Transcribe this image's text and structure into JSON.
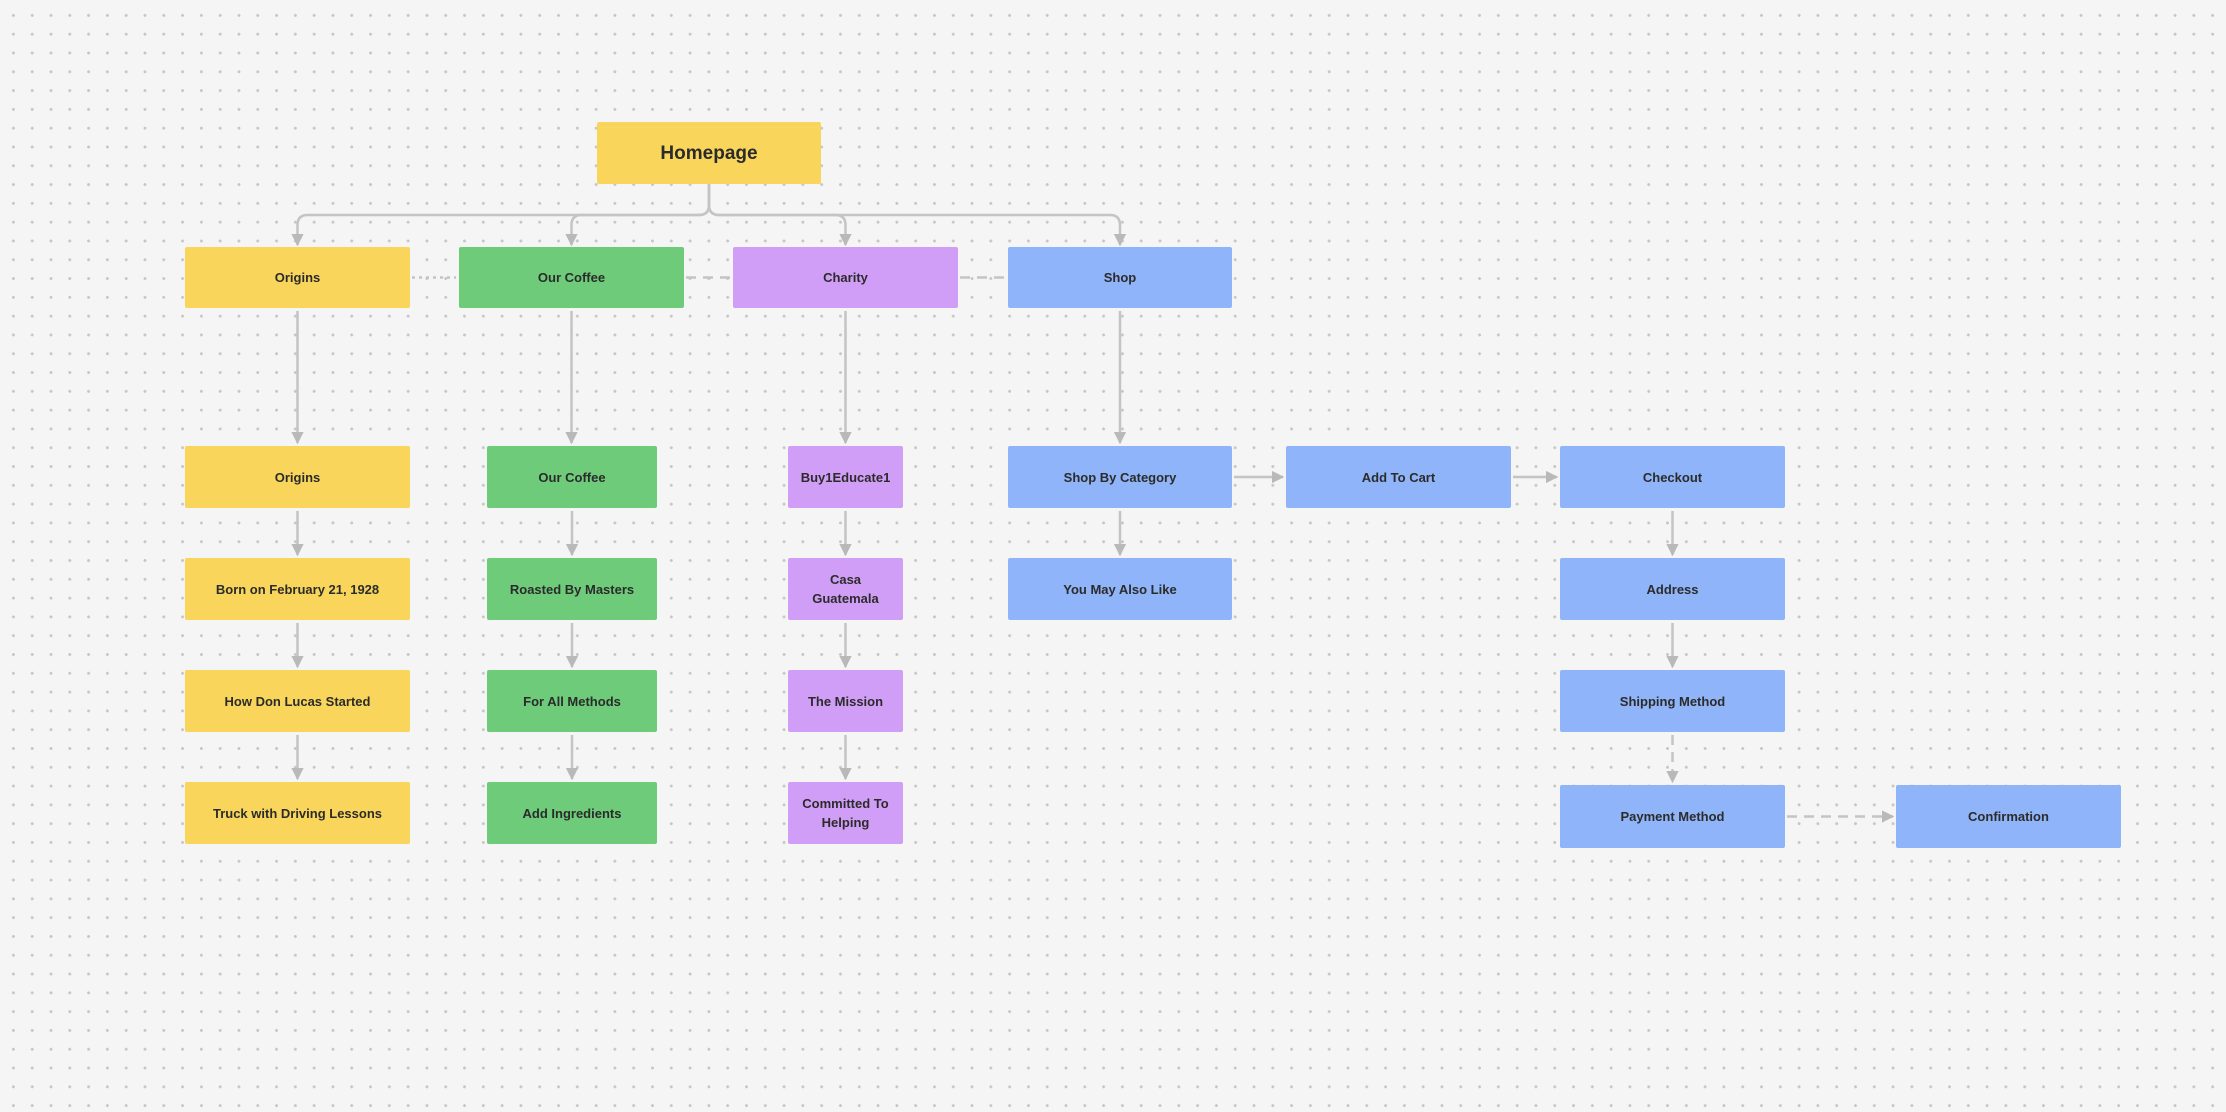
{
  "diagram": {
    "colors": {
      "yellow": "#f9d65b",
      "green": "#6ecb7a",
      "purple": "#d19ef7",
      "blue": "#8fb4f9",
      "connector": "#c4c4c4",
      "background": "#f5f5f5"
    },
    "nodes": {
      "homepage": "Homepage",
      "origins_nav": "Origins",
      "our_coffee_nav": "Our Coffee",
      "charity_nav": "Charity",
      "shop_nav": "Shop",
      "origins": "Origins",
      "born": "Born on February 21, 1928",
      "how_started": "How Don Lucas Started",
      "truck": "Truck with Driving Lessons",
      "our_coffee": "Our Coffee",
      "roasted": "Roasted By Masters",
      "all_methods": "For All Methods",
      "ingredients": "Add Ingredients",
      "buy1": "Buy1Educate1",
      "casa": "Casa Guatemala",
      "mission": "The Mission",
      "committed": "Committed To Helping",
      "shop_category": "Shop By Category",
      "you_may": "You May Also Like",
      "add_cart": "Add To Cart",
      "checkout": "Checkout",
      "address": "Address",
      "shipping": "Shipping Method",
      "payment": "Payment Method",
      "confirmation": "Confirmation"
    },
    "edges": [
      {
        "from": "homepage",
        "to": "origins_nav",
        "style": "solid"
      },
      {
        "from": "homepage",
        "to": "our_coffee_nav",
        "style": "solid"
      },
      {
        "from": "homepage",
        "to": "charity_nav",
        "style": "solid"
      },
      {
        "from": "homepage",
        "to": "shop_nav",
        "style": "solid"
      },
      {
        "from": "origins_nav",
        "to": "our_coffee_nav",
        "style": "dotted"
      },
      {
        "from": "our_coffee_nav",
        "to": "charity_nav",
        "style": "dashed"
      },
      {
        "from": "charity_nav",
        "to": "shop_nav",
        "style": "dashed"
      },
      {
        "from": "origins_nav",
        "to": "origins",
        "style": "solid"
      },
      {
        "from": "origins",
        "to": "born",
        "style": "solid"
      },
      {
        "from": "born",
        "to": "how_started",
        "style": "solid"
      },
      {
        "from": "how_started",
        "to": "truck",
        "style": "solid"
      },
      {
        "from": "our_coffee_nav",
        "to": "our_coffee",
        "style": "solid"
      },
      {
        "from": "our_coffee",
        "to": "roasted",
        "style": "solid"
      },
      {
        "from": "roasted",
        "to": "all_methods",
        "style": "solid"
      },
      {
        "from": "all_methods",
        "to": "ingredients",
        "style": "solid"
      },
      {
        "from": "charity_nav",
        "to": "buy1",
        "style": "solid"
      },
      {
        "from": "buy1",
        "to": "casa",
        "style": "solid"
      },
      {
        "from": "casa",
        "to": "mission",
        "style": "solid"
      },
      {
        "from": "mission",
        "to": "committed",
        "style": "solid"
      },
      {
        "from": "shop_nav",
        "to": "shop_category",
        "style": "solid"
      },
      {
        "from": "shop_category",
        "to": "you_may",
        "style": "solid"
      },
      {
        "from": "shop_category",
        "to": "add_cart",
        "style": "solid"
      },
      {
        "from": "add_cart",
        "to": "checkout",
        "style": "solid"
      },
      {
        "from": "checkout",
        "to": "address",
        "style": "solid"
      },
      {
        "from": "address",
        "to": "shipping",
        "style": "solid"
      },
      {
        "from": "shipping",
        "to": "payment",
        "style": "dashed"
      },
      {
        "from": "payment",
        "to": "confirmation",
        "style": "dashed"
      }
    ]
  }
}
